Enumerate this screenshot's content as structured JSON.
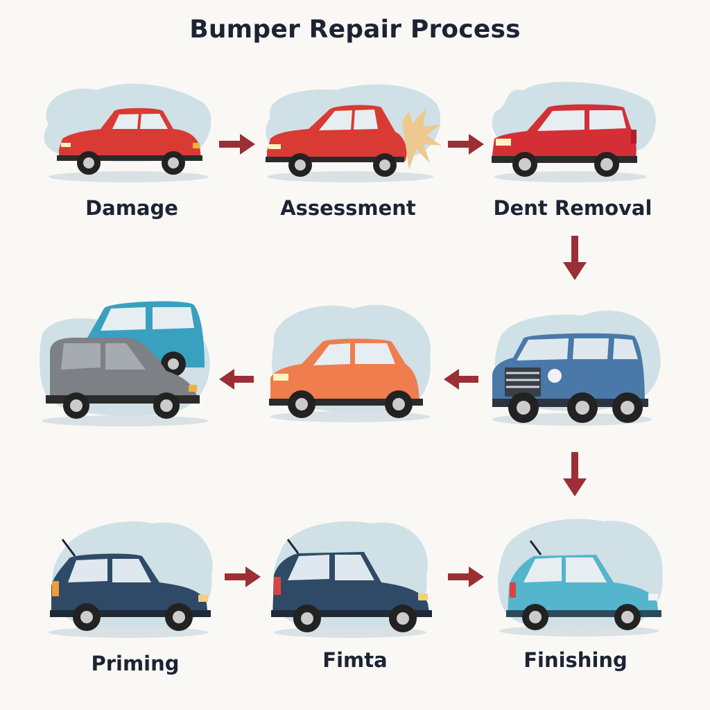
{
  "title": "Bumper Repair Process",
  "colors": {
    "arrow": "#9b2f35",
    "cloud": "#cfe0e6",
    "shadow": "#d9e1e4",
    "text": "#1c2333"
  },
  "stages": [
    {
      "label": "Damage",
      "car_color": "#d93a33",
      "icon": "red-sedan-icon"
    },
    {
      "label": "Assessment",
      "car_color": "#d93a33",
      "icon": "red-hatchback-impact-icon"
    },
    {
      "label": "Dent Removal",
      "car_color": "#d42f37",
      "icon": "red-suv-icon"
    },
    {
      "label": "",
      "car_color": "#4a78a8",
      "icon": "blue-suv-icon"
    },
    {
      "label": "",
      "car_color": "#ef7d4e",
      "icon": "orange-hatchback-icon"
    },
    {
      "label": "",
      "car_color": "#7d8084",
      "icon": "gray-van-teal-van-icon"
    },
    {
      "label": "Priming",
      "car_color": "#2e4a66",
      "icon": "navy-wagon-icon"
    },
    {
      "label": "Fimta",
      "car_color": "#2e4a66",
      "icon": "navy-hatchback-icon"
    },
    {
      "label": "Finishing",
      "car_color": "#54b5cc",
      "icon": "light-blue-hatchback-icon"
    }
  ]
}
